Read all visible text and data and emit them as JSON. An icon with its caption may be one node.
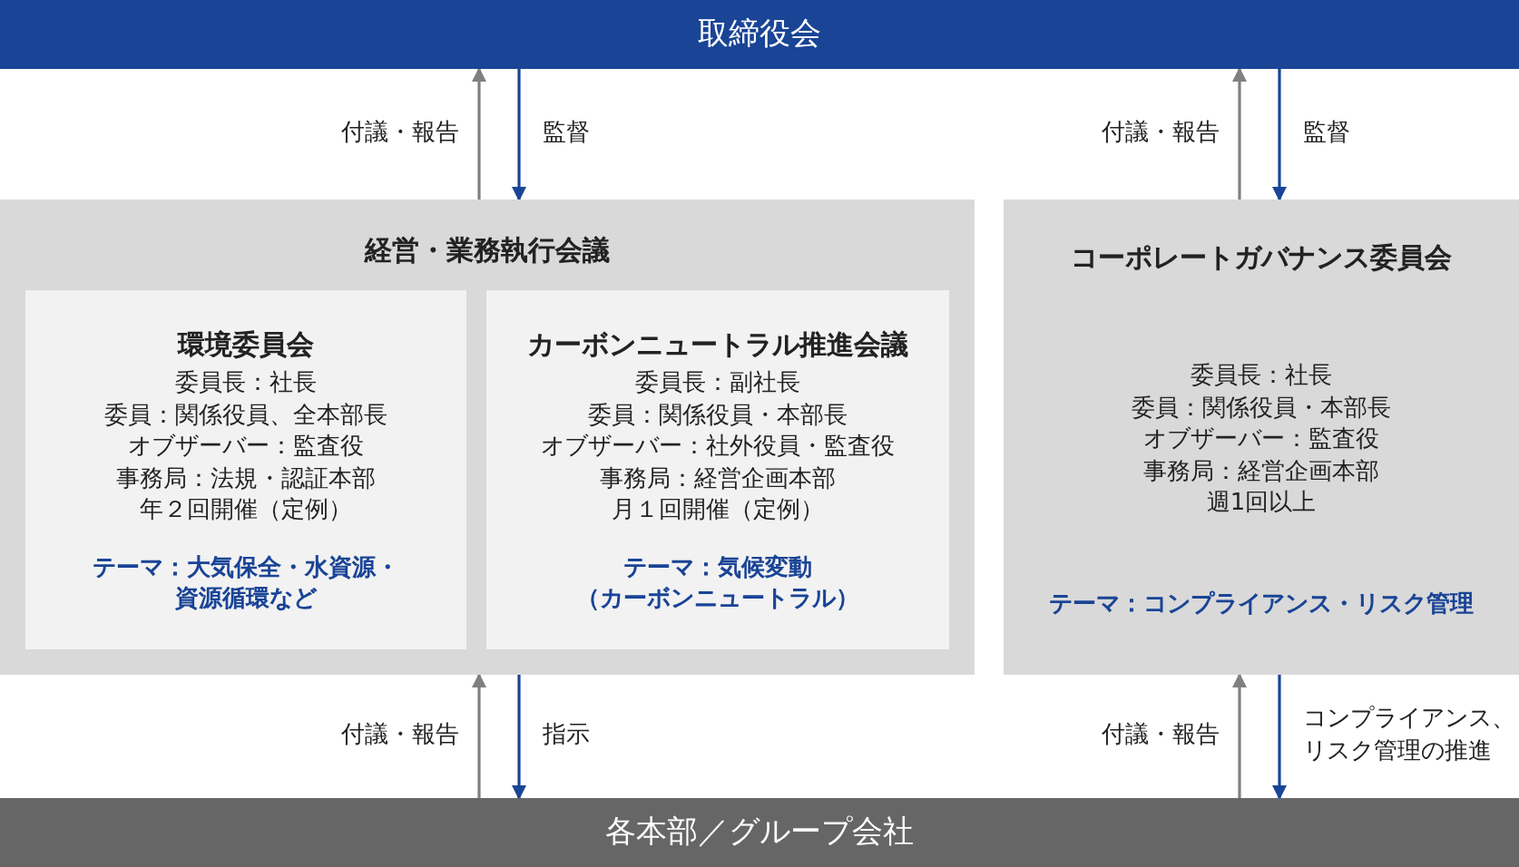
{
  "diagram": {
    "nodes": [
      {
        "text": [
          "取締役会"
        ]
      },
      {
        "text": [
          "経営・業務執行会議"
        ]
      },
      {
        "text": [
          "環境委員会",
          "委員長：社長",
          "委員：関係役員、全本部長",
          "オブザーバー：監査役",
          "事務局：法規・認証本部",
          "年２回開催（定例）",
          "テーマ：大気保全・水資源・資源循環など"
        ],
        "in": 1
      },
      {
        "text": [
          "カーボンニュートラル推進会議",
          "委員長：副社長",
          "委員：関係役員・本部長",
          "オブザーバー：社外役員・監査役",
          "事務局：経営企画本部",
          "月１回開催（定例）",
          "テーマ：気候変動（カーボンニュートラル）"
        ],
        "in": 1
      },
      {
        "text": [
          "コーポレートガバナンス委員会",
          "委員長：社長",
          "委員：関係役員・本部長",
          "オブザーバー：監査役",
          "事務局：経営企画本部",
          "週1回以上",
          "テーマ：コンプライアンス・リスク管理"
        ]
      },
      {
        "text": [
          "各本部／グループ会社"
        ]
      }
    ],
    "edges": [
      {
        "from": 1,
        "to": 0,
        "arrow": "to",
        "label": "付議・報告",
        "color": "#808080"
      },
      {
        "from": 0,
        "to": 1,
        "arrow": "to",
        "label": "監督",
        "color": "#1a4496"
      },
      {
        "from": 4,
        "to": 0,
        "arrow": "to",
        "label": "付議・報告",
        "color": "#808080"
      },
      {
        "from": 0,
        "to": 4,
        "arrow": "to",
        "label": "監督",
        "color": "#1a4496"
      },
      {
        "from": 5,
        "to": 1,
        "arrow": "to",
        "label": "付議・報告",
        "color": "#808080"
      },
      {
        "from": 1,
        "to": 5,
        "arrow": "to",
        "label": "指示",
        "color": "#1a4496"
      },
      {
        "from": 5,
        "to": 4,
        "arrow": "to",
        "label": "付議・報告",
        "color": "#808080"
      },
      {
        "from": 4,
        "to": 5,
        "arrow": "to",
        "label": "コンプライアンス、リスク管理の推進",
        "color": "#1a4496"
      }
    ]
  }
}
